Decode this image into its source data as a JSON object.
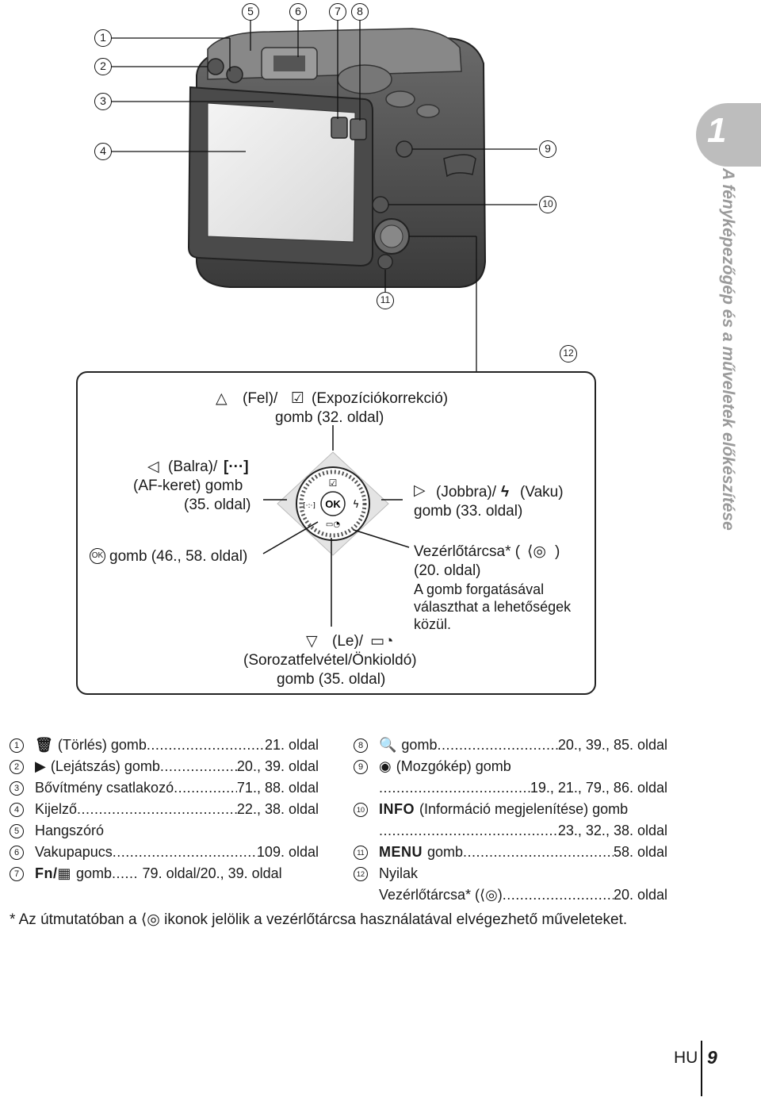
{
  "illustration": {
    "callouts": [
      "1",
      "2",
      "3",
      "4",
      "5",
      "6",
      "7",
      "8",
      "9",
      "10",
      "11",
      "12"
    ],
    "dial_symbols": {
      "up": "☑",
      "left": "[·:·]",
      "center": "OK",
      "right": "ϟ",
      "down": "▭◔"
    }
  },
  "chapter_tab": {
    "number": "1",
    "title": "A fényképezőgép és a műveletek előkészítése"
  },
  "dial_box": {
    "up_line1": "(Fel)/",
    "up_line1b": "(Expozíciókorrekció)",
    "up_line2": "gomb (32. oldal)",
    "left_line1": "(Balra)/",
    "left_line2": "(AF-keret) gomb",
    "left_line3": "(35. oldal)",
    "ok_line": "gomb (46., 58. oldal)",
    "right_line1": "(Jobbra)/",
    "right_line1b": "(Vaku)",
    "right_line2": "gomb (33. oldal)",
    "dial_line1": "Vezérlőtárcsa* (",
    "dial_line1b": ")",
    "dial_line2": "(20. oldal)",
    "dial_line3": "A gomb forgatásával",
    "dial_line4": "választhat a lehetőségek",
    "dial_line5": "közül.",
    "down_line1": "(Le)/",
    "down_line2": "(Sorozatfelvétel/Önkioldó)",
    "down_line3": "gomb (35. oldal)",
    "icons": {
      "up_arrow": "△",
      "left_arrow": "◁",
      "right_arrow": "▷",
      "down_arrow": "▽",
      "ok_icon": "OK",
      "exposure_icon": "☑",
      "af_frame_icon": "[···]",
      "flash_icon": "ϟ",
      "drive_icon": "▭◔",
      "dial_icon": "⟨◎"
    }
  },
  "parts_left": [
    {
      "num": "1",
      "icon": "🗑",
      "label": "(Törlés) gomb",
      "page": "21. oldal"
    },
    {
      "num": "2",
      "icon": "▶",
      "label": "(Lejátszás) gomb",
      "page": "20., 39. oldal"
    },
    {
      "num": "3",
      "icon": "",
      "label": "Bővítmény csatlakozó",
      "page": "71., 88. oldal"
    },
    {
      "num": "4",
      "icon": "",
      "label": "Kijelző",
      "page": "22., 38. oldal"
    },
    {
      "num": "5",
      "icon": "",
      "label": "Hangszóró",
      "page": ""
    },
    {
      "num": "6",
      "icon": "",
      "label": "Vakupapucs",
      "page": "109. oldal"
    },
    {
      "num": "7",
      "icon": "Fn/▦",
      "label": "gomb",
      "page": "79. oldal/20., 39. oldal"
    }
  ],
  "parts_right": [
    {
      "num": "8",
      "icon": "🔍",
      "label": "gomb",
      "page": "20., 39., 85. oldal"
    },
    {
      "num": "9",
      "icon": "◉",
      "label": "(Mozgókép) gomb",
      "page": ""
    },
    {
      "num": "",
      "icon": "",
      "label": "",
      "page": "19., 21., 79., 86. oldal"
    },
    {
      "num": "10",
      "icon": "INFO",
      "label": "(Információ megjelenítése) gomb",
      "page": ""
    },
    {
      "num": "",
      "icon": "",
      "label": "",
      "page": "23., 32., 38. oldal"
    },
    {
      "num": "11",
      "icon": "MENU",
      "label": "gomb",
      "page": "58. oldal"
    },
    {
      "num": "12",
      "icon": "",
      "label": "Nyilak",
      "page": ""
    },
    {
      "num": "",
      "icon": "",
      "label": "Vezérlőtárcsa* (⟨◎)",
      "page": "20. oldal"
    }
  ],
  "footnote": "*  Az útmutatóban a ⟨◎ ikonok jelölik a vezérlőtárcsa használatával elvégezhető műveleteket.",
  "footer": {
    "lang": "HU",
    "page": "9"
  }
}
